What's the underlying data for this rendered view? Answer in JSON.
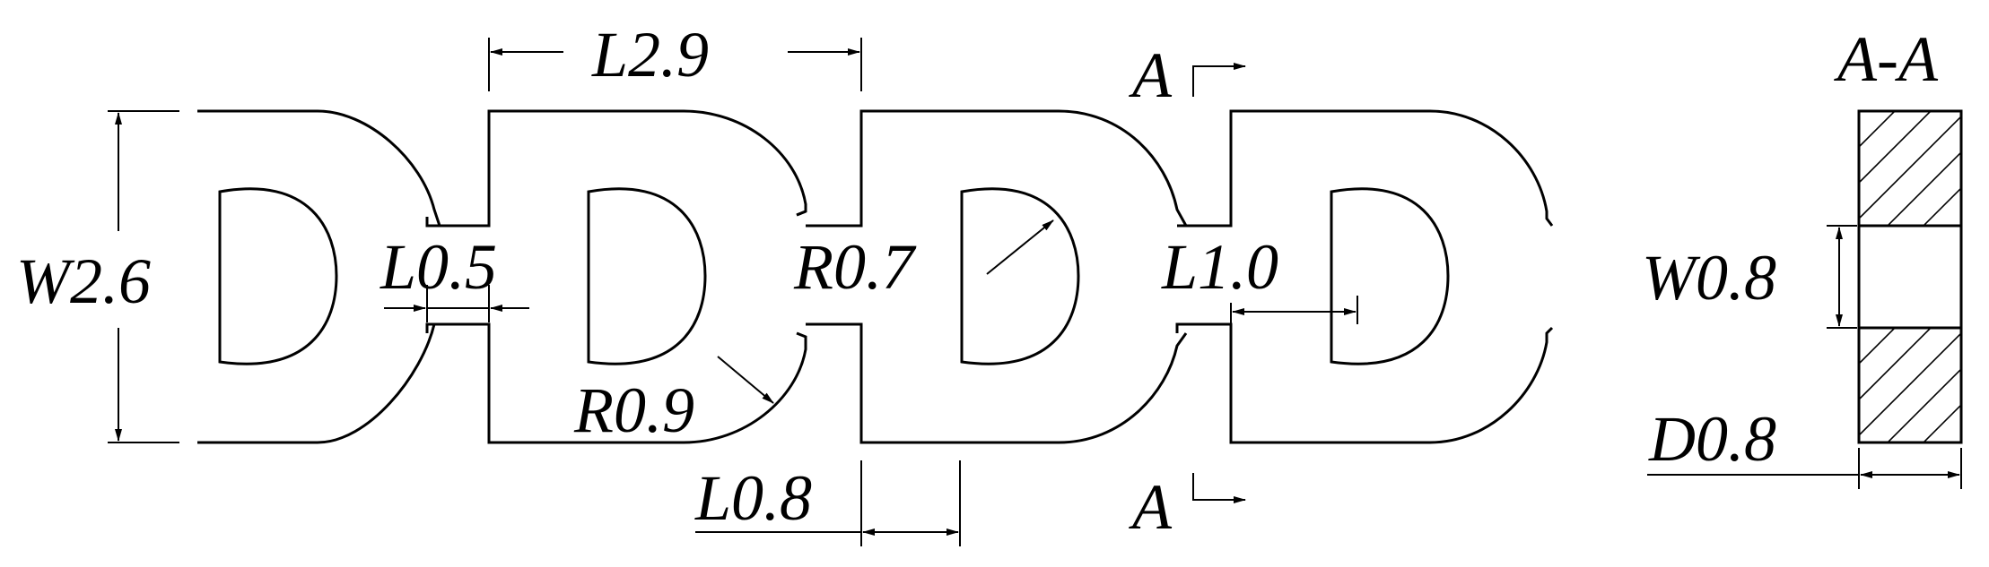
{
  "diagram": {
    "dimensions": {
      "width_total": "W2.6",
      "pitch": "L2.9",
      "neck_length": "L0.5",
      "inner_radius": "R0.7",
      "outer_radius": "R0.9",
      "gap": "L0.8",
      "inner_offset": "L1.0",
      "section_width": "W0.8",
      "section_depth": "D0.8"
    },
    "section_marks": {
      "top": "A",
      "bottom": "A",
      "view_title": "A-A"
    },
    "colors": {
      "line": "#000000",
      "background": "#ffffff"
    }
  }
}
